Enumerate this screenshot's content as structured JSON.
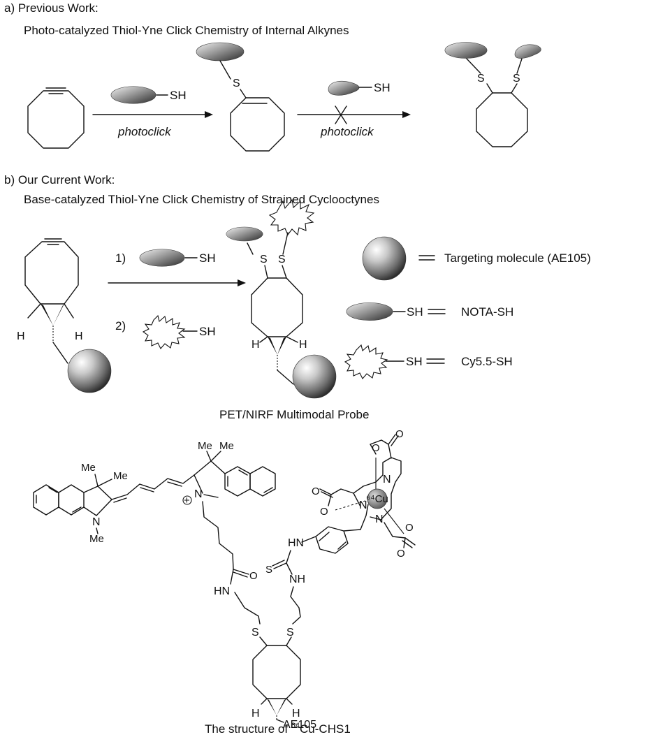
{
  "section_a": {
    "label": "a) Previous Work:",
    "subtitle": "Photo-catalyzed Thiol-Yne Click Chemistry of Internal Alkynes",
    "reagent_sh": "SH",
    "arrow1_label": "photoclick",
    "arrow2_label": "photoclick",
    "s_label": "S"
  },
  "section_b": {
    "label": "b) Our Current Work:",
    "subtitle": "Base-catalyzed Thiol-Yne Click Chemistry of Strained Cyclooctynes",
    "step1": "1)",
    "step2": "2)",
    "sh": "SH",
    "s_label": "S",
    "h_label": "H",
    "legend": [
      {
        "text": "Targeting molecule (AE105)"
      },
      {
        "text": "NOTA-SH"
      },
      {
        "text": "Cy5.5-SH"
      }
    ],
    "product_caption": "PET/NIRF Multimodal Probe"
  },
  "structure": {
    "me": "Me",
    "n": "N",
    "plus": "+",
    "hn": "HN",
    "nh": "NH",
    "s": "S",
    "o": "O",
    "h": "H",
    "cu_label": "⁶⁴Cu",
    "ae105": "AE105",
    "caption_prefix": "The structure of ",
    "caption_sup": "64",
    "caption_suffix": "Cu-CHS1"
  }
}
